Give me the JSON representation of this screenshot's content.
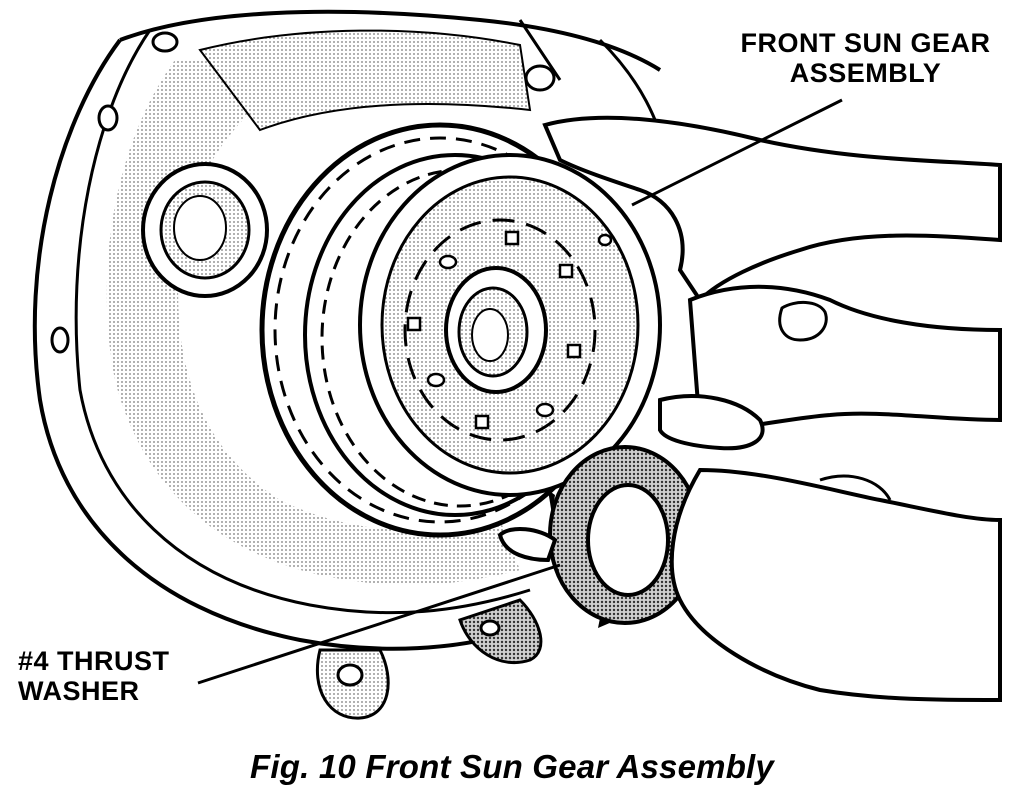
{
  "labels": {
    "sun_gear_line1": "FRONT SUN GEAR",
    "sun_gear_line2": "ASSEMBLY",
    "washer_line1": "#4 THRUST",
    "washer_line2": "WASHER"
  },
  "caption": "Fig. 10 Front Sun Gear Assembly",
  "colors": {
    "ink": "#000000",
    "paper": "#ffffff",
    "halftone": "#d6d6d6"
  }
}
